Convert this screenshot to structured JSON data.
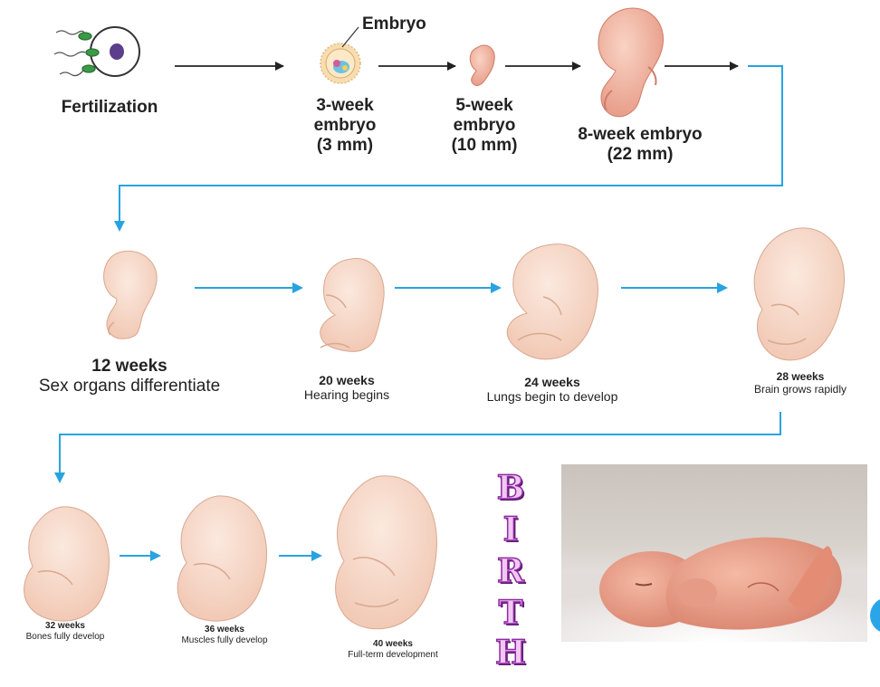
{
  "top_row": {
    "fertilization": "Fertilization",
    "embryo_label": "Embryo",
    "week3": [
      "3-week",
      "embryo",
      "(3 mm)"
    ],
    "week5": [
      "5-week",
      "embryo",
      "(10 mm)"
    ],
    "week8": [
      "8-week embryo",
      "(22 mm)"
    ]
  },
  "middle_row": {
    "w12": {
      "weeks": "12 weeks",
      "caption": "Sex organs differentiate"
    },
    "w20": {
      "weeks": "20 weeks",
      "caption": "Hearing begins"
    },
    "w24": {
      "weeks": "24 weeks",
      "caption": "Lungs begin to develop"
    },
    "w28": {
      "weeks": "28 weeks",
      "caption": "Brain grows rapidly"
    }
  },
  "bottom_row": {
    "w32": {
      "weeks": "32 weeks",
      "caption": "Bones fully develop"
    },
    "w36": {
      "weeks": "36 weeks",
      "caption": "Muscles fully develop"
    },
    "w40": {
      "weeks": "40 weeks",
      "caption": "Full-term development"
    }
  },
  "birth_letters": [
    "B",
    "I",
    "R",
    "T",
    "H"
  ],
  "colors": {
    "flow_arrow": "#29a3e0",
    "fetus_fill": "#f6d9c9",
    "fetus_stroke": "#d9a890",
    "birth_fill": "#f2c8f3",
    "birth_outline": "#8e2aa3"
  }
}
